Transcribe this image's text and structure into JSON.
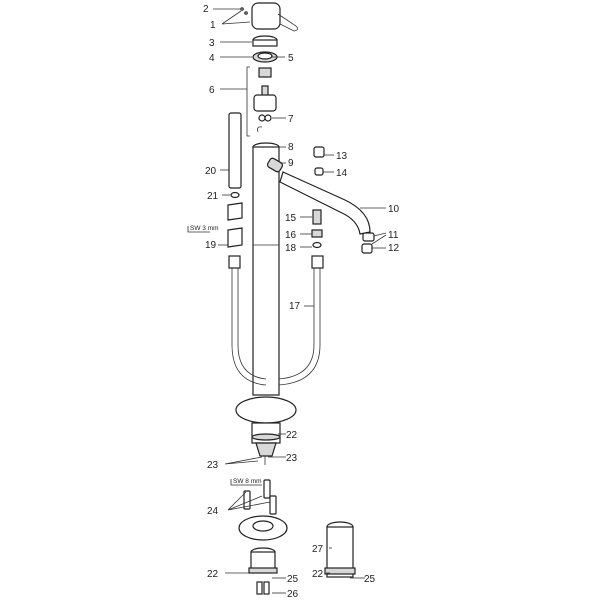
{
  "title": "Exploded parts diagram - freestanding bath mixer",
  "labels": {
    "p1": "1",
    "p2": "2",
    "p3": "3",
    "p4": "4",
    "p5": "5",
    "p6": "6",
    "p7": "7",
    "p8": "8",
    "p9": "9",
    "p10": "10",
    "p11": "11",
    "p12": "12",
    "p13": "13",
    "p14": "14",
    "p15": "15",
    "p16": "16",
    "p17": "17",
    "p18": "18",
    "p19": "19",
    "p20": "20",
    "p21": "21",
    "p22a": "22",
    "p22b": "22",
    "p22c": "22",
    "p23a": "23",
    "p23b": "23",
    "p24": "24",
    "p25a": "25",
    "p25b": "25",
    "p26": "26",
    "p27": "27"
  },
  "tool_notes": {
    "sw3": "SW 3 mm",
    "sw8": "SW 8 mm"
  }
}
